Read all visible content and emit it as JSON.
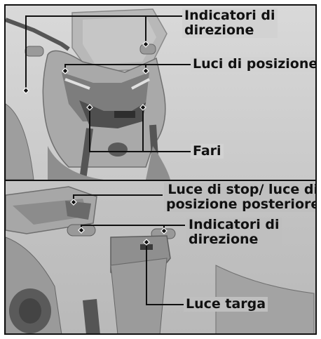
{
  "labels": {
    "turn_front_line1": "Indicatori di",
    "turn_front_line2": "direzione",
    "position_lights": "Luci di posizione",
    "headlights": "Fari",
    "stop_light_line1": "Luce di stop/ luce di",
    "stop_light_line2": "posizione posteriore",
    "turn_rear_line1": "Indicatori di",
    "turn_rear_line2": "direzione",
    "plate_light": "Luce targa"
  }
}
